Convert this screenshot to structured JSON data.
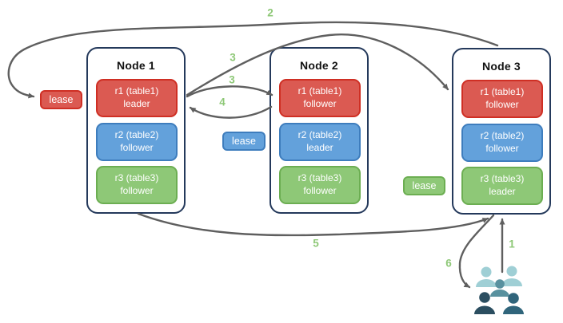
{
  "nodes": [
    {
      "title": "Node 1",
      "replicas": [
        {
          "range": "r1 (table1)",
          "role": "leader",
          "color_name": "red"
        },
        {
          "range": "r2 (table2)",
          "role": "follower",
          "color_name": "blue"
        },
        {
          "range": "r3 (table3)",
          "role": "follower",
          "color_name": "green"
        }
      ]
    },
    {
      "title": "Node 2",
      "replicas": [
        {
          "range": "r1 (table1)",
          "role": "follower",
          "color_name": "red"
        },
        {
          "range": "r2 (table2)",
          "role": "leader",
          "color_name": "blue"
        },
        {
          "range": "r3 (table3)",
          "role": "follower",
          "color_name": "green"
        }
      ]
    },
    {
      "title": "Node 3",
      "replicas": [
        {
          "range": "r1 (table1)",
          "role": "follower",
          "color_name": "red"
        },
        {
          "range": "r2 (table2)",
          "role": "follower",
          "color_name": "blue"
        },
        {
          "range": "r3 (table3)",
          "role": "leader",
          "color_name": "green"
        }
      ]
    }
  ],
  "leases": [
    {
      "label": "lease",
      "color_name": "red"
    },
    {
      "label": "lease",
      "color_name": "blue"
    },
    {
      "label": "lease",
      "color_name": "green"
    }
  ],
  "flow_labels": {
    "step1": "1",
    "step2": "2",
    "step3_upper": "3",
    "step3_lower": "3",
    "step4": "4",
    "step5": "5",
    "step6": "6"
  },
  "icons": {
    "users_group": "users-icon"
  },
  "colors": {
    "red_fill": "#db5a52",
    "red_border": "#cf2f24",
    "blue_fill": "#63a1db",
    "blue_border": "#3e7dbd",
    "green_fill": "#8ec877",
    "green_border": "#6cae52",
    "node_border": "#24395b",
    "arrow": "#5f5f5f",
    "flow_label_green": "#8ec877",
    "users_light_teal": "#9fcfd5",
    "users_medium_teal": "#58919f",
    "users_dark_navy": "#2b4e60",
    "users_dark_teal": "#30657b"
  }
}
